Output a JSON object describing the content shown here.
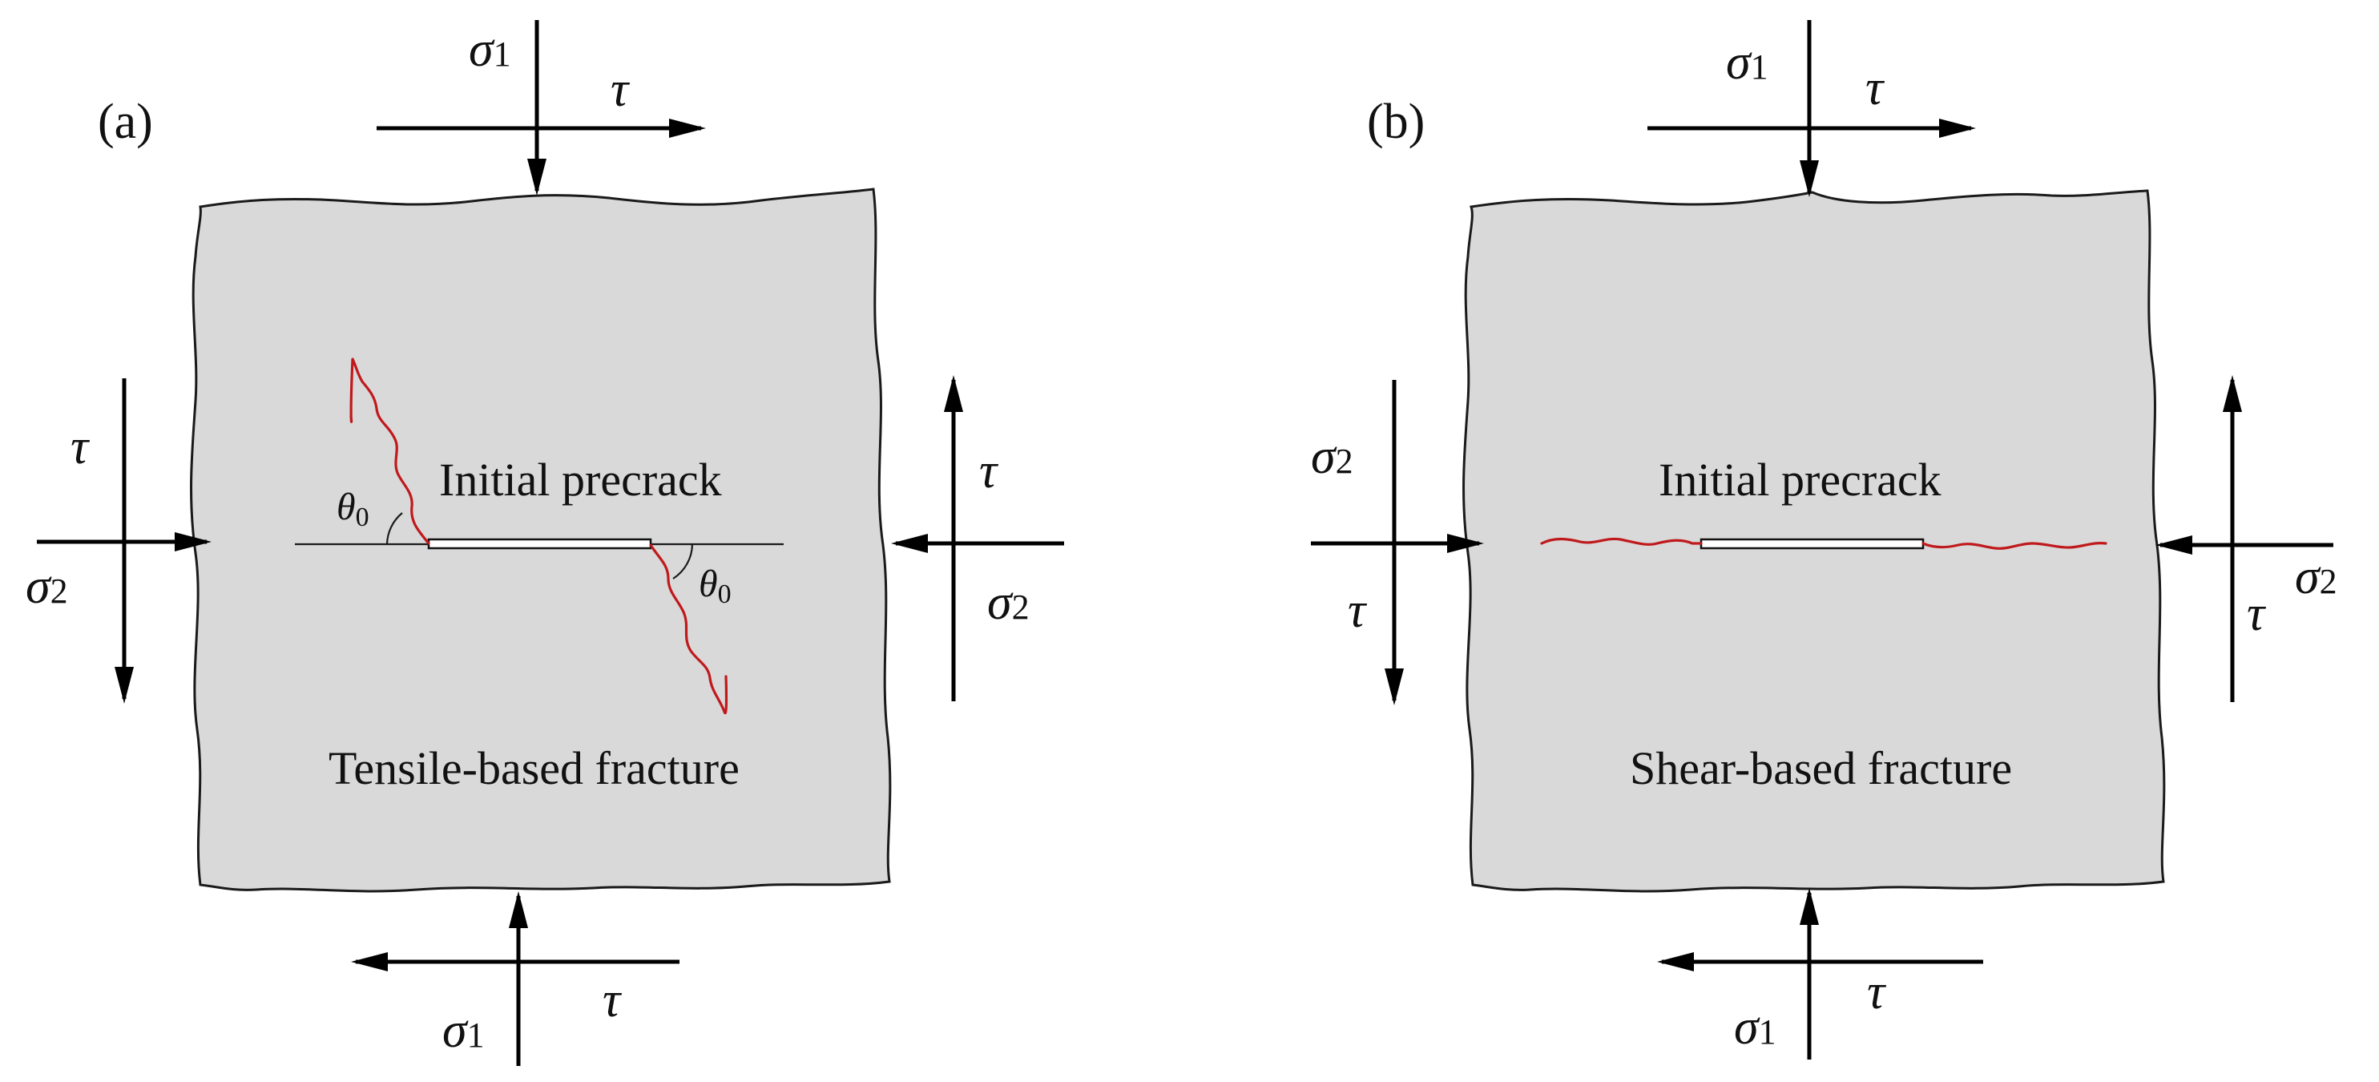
{
  "panels": [
    {
      "id": "a",
      "label": "(a)",
      "precrack_label": "Initial precrack",
      "fracture_label": "Tensile-based fracture",
      "angle_symbol": "θ",
      "angle_subscript": "0",
      "stress": {
        "normal": "σ",
        "shear": "τ",
        "sub1": "1",
        "sub2": "2"
      }
    },
    {
      "id": "b",
      "label": "(b)",
      "precrack_label": "Initial precrack",
      "fracture_label": "Shear-based fracture",
      "stress": {
        "normal": "σ",
        "shear": "τ",
        "sub1": "1",
        "sub2": "2"
      }
    }
  ],
  "colors": {
    "plate_fill": "#d9d9d9",
    "crack": "#c0191c",
    "arrow": "#000000"
  }
}
